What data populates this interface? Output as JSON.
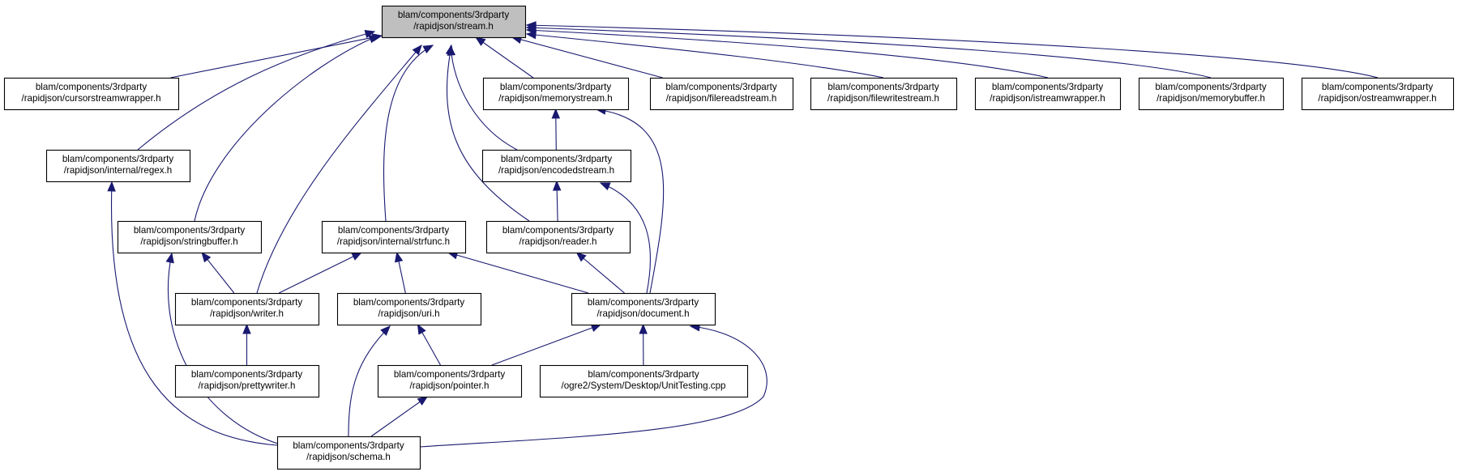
{
  "graph": {
    "root_fill": "#bfbfbf",
    "node_fill": "#ffffff",
    "edge_color": "#191970",
    "nodes": [
      {
        "id": "stream",
        "lines": [
          "blam/components/3rdparty",
          "/rapidjson/stream.h"
        ],
        "root": true
      },
      {
        "id": "cursorstreamwrapper",
        "lines": [
          "blam/components/3rdparty",
          "/rapidjson/cursorstreamwrapper.h"
        ]
      },
      {
        "id": "memorystream",
        "lines": [
          "blam/components/3rdparty",
          "/rapidjson/memorystream.h"
        ]
      },
      {
        "id": "filereadstream",
        "lines": [
          "blam/components/3rdparty",
          "/rapidjson/filereadstream.h"
        ]
      },
      {
        "id": "filewritestream",
        "lines": [
          "blam/components/3rdparty",
          "/rapidjson/filewritestream.h"
        ]
      },
      {
        "id": "istreamwrapper",
        "lines": [
          "blam/components/3rdparty",
          "/rapidjson/istreamwrapper.h"
        ]
      },
      {
        "id": "memorybuffer",
        "lines": [
          "blam/components/3rdparty",
          "/rapidjson/memorybuffer.h"
        ]
      },
      {
        "id": "ostreamwrapper",
        "lines": [
          "blam/components/3rdparty",
          "/rapidjson/ostreamwrapper.h"
        ]
      },
      {
        "id": "regex",
        "lines": [
          "blam/components/3rdparty",
          "/rapidjson/internal/regex.h"
        ]
      },
      {
        "id": "encodedstream",
        "lines": [
          "blam/components/3rdparty",
          "/rapidjson/encodedstream.h"
        ]
      },
      {
        "id": "stringbuffer",
        "lines": [
          "blam/components/3rdparty",
          "/rapidjson/stringbuffer.h"
        ]
      },
      {
        "id": "strfunc",
        "lines": [
          "blam/components/3rdparty",
          "/rapidjson/internal/strfunc.h"
        ]
      },
      {
        "id": "reader",
        "lines": [
          "blam/components/3rdparty",
          "/rapidjson/reader.h"
        ]
      },
      {
        "id": "writer",
        "lines": [
          "blam/components/3rdparty",
          "/rapidjson/writer.h"
        ]
      },
      {
        "id": "uri",
        "lines": [
          "blam/components/3rdparty",
          "/rapidjson/uri.h"
        ]
      },
      {
        "id": "document",
        "lines": [
          "blam/components/3rdparty",
          "/rapidjson/document.h"
        ]
      },
      {
        "id": "prettywriter",
        "lines": [
          "blam/components/3rdparty",
          "/rapidjson/prettywriter.h"
        ]
      },
      {
        "id": "pointer",
        "lines": [
          "blam/components/3rdparty",
          "/rapidjson/pointer.h"
        ]
      },
      {
        "id": "unittesting",
        "lines": [
          "blam/components/3rdparty",
          "/ogre2/System/Desktop/UnitTesting.cpp"
        ]
      },
      {
        "id": "schema",
        "lines": [
          "blam/components/3rdparty",
          "/rapidjson/schema.h"
        ]
      }
    ],
    "edges": [
      {
        "from": "cursorstreamwrapper",
        "to": "stream"
      },
      {
        "from": "regex",
        "to": "stream"
      },
      {
        "from": "stringbuffer",
        "to": "stream"
      },
      {
        "from": "writer",
        "to": "stream"
      },
      {
        "from": "strfunc",
        "to": "stream"
      },
      {
        "from": "reader",
        "to": "stream"
      },
      {
        "from": "encodedstream",
        "to": "stream"
      },
      {
        "from": "memorystream",
        "to": "stream"
      },
      {
        "from": "filereadstream",
        "to": "stream"
      },
      {
        "from": "filewritestream",
        "to": "stream"
      },
      {
        "from": "istreamwrapper",
        "to": "stream"
      },
      {
        "from": "memorybuffer",
        "to": "stream"
      },
      {
        "from": "ostreamwrapper",
        "to": "stream"
      },
      {
        "from": "encodedstream",
        "to": "memorystream"
      },
      {
        "from": "document",
        "to": "memorystream"
      },
      {
        "from": "reader",
        "to": "encodedstream"
      },
      {
        "from": "document",
        "to": "encodedstream"
      },
      {
        "from": "schema",
        "to": "regex"
      },
      {
        "from": "writer",
        "to": "stringbuffer"
      },
      {
        "from": "schema",
        "to": "stringbuffer"
      },
      {
        "from": "writer",
        "to": "strfunc"
      },
      {
        "from": "uri",
        "to": "strfunc"
      },
      {
        "from": "document",
        "to": "strfunc"
      },
      {
        "from": "document",
        "to": "reader"
      },
      {
        "from": "prettywriter",
        "to": "writer"
      },
      {
        "from": "pointer",
        "to": "uri"
      },
      {
        "from": "schema",
        "to": "uri"
      },
      {
        "from": "pointer",
        "to": "document"
      },
      {
        "from": "unittesting",
        "to": "document"
      },
      {
        "from": "schema",
        "to": "document"
      },
      {
        "from": "schema",
        "to": "pointer"
      }
    ]
  }
}
